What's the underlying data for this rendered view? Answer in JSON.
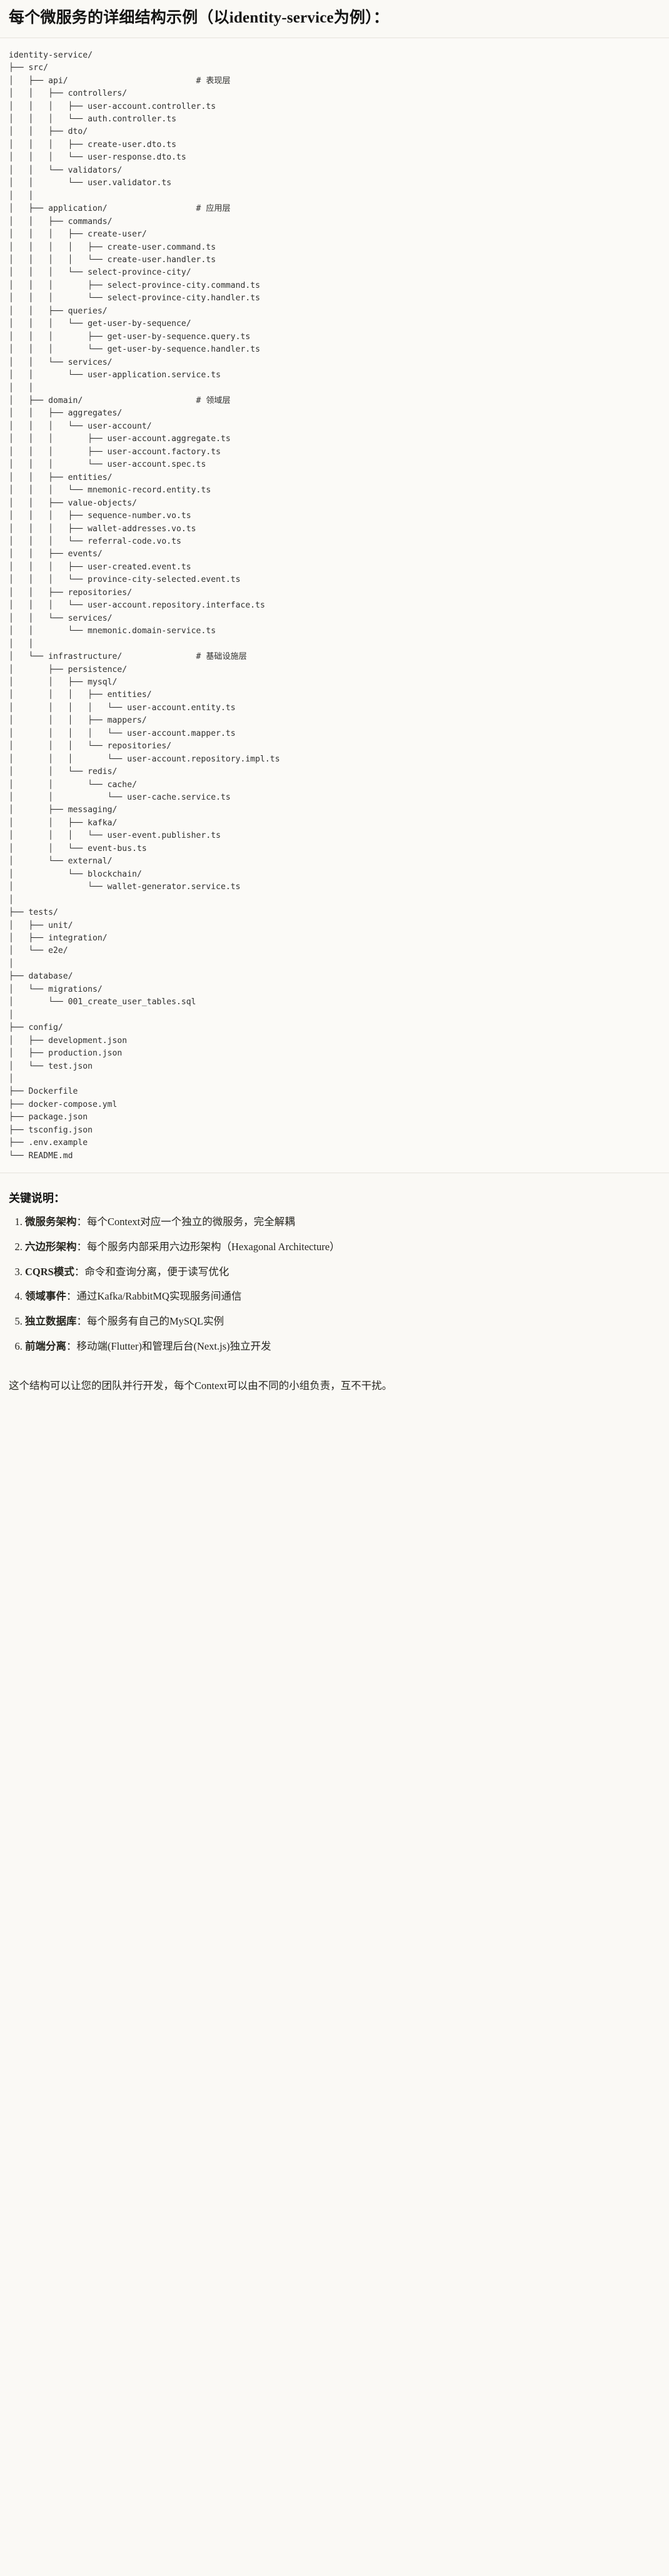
{
  "document": {
    "title": "每个微服务的详细结构示例（以identity-service为例）：",
    "tree_text": "identity-service/\n├── src/\n│   ├── api/                          # 表现层\n│   │   ├── controllers/\n│   │   │   ├── user-account.controller.ts\n│   │   │   └── auth.controller.ts\n│   │   ├── dto/\n│   │   │   ├── create-user.dto.ts\n│   │   │   └── user-response.dto.ts\n│   │   └── validators/\n│   │       └── user.validator.ts\n│   │\n│   ├── application/                  # 应用层\n│   │   ├── commands/\n│   │   │   ├── create-user/\n│   │   │   │   ├── create-user.command.ts\n│   │   │   │   └── create-user.handler.ts\n│   │   │   └── select-province-city/\n│   │   │       ├── select-province-city.command.ts\n│   │   │       └── select-province-city.handler.ts\n│   │   ├── queries/\n│   │   │   └── get-user-by-sequence/\n│   │   │       ├── get-user-by-sequence.query.ts\n│   │   │       └── get-user-by-sequence.handler.ts\n│   │   └── services/\n│   │       └── user-application.service.ts\n│   │\n│   ├── domain/                       # 领域层\n│   │   ├── aggregates/\n│   │   │   └── user-account/\n│   │   │       ├── user-account.aggregate.ts\n│   │   │       ├── user-account.factory.ts\n│   │   │       └── user-account.spec.ts\n│   │   ├── entities/\n│   │   │   └── mnemonic-record.entity.ts\n│   │   ├── value-objects/\n│   │   │   ├── sequence-number.vo.ts\n│   │   │   ├── wallet-addresses.vo.ts\n│   │   │   └── referral-code.vo.ts\n│   │   ├── events/\n│   │   │   ├── user-created.event.ts\n│   │   │   └── province-city-selected.event.ts\n│   │   ├── repositories/\n│   │   │   └── user-account.repository.interface.ts\n│   │   └── services/\n│   │       └── mnemonic.domain-service.ts\n│   │\n│   └── infrastructure/               # 基础设施层\n│       ├── persistence/\n│       │   ├── mysql/\n│       │   │   ├── entities/\n│       │   │   │   └── user-account.entity.ts\n│       │   │   ├── mappers/\n│       │   │   │   └── user-account.mapper.ts\n│       │   │   └── repositories/\n│       │   │       └── user-account.repository.impl.ts\n│       │   └── redis/\n│       │       └── cache/\n│       │           └── user-cache.service.ts\n│       ├── messaging/\n│       │   ├── kafka/\n│       │   │   └── user-event.publisher.ts\n│       │   └── event-bus.ts\n│       └── external/\n│           └── blockchain/\n│               └── wallet-generator.service.ts\n│\n├── tests/\n│   ├── unit/\n│   ├── integration/\n│   └── e2e/\n│\n├── database/\n│   └── migrations/\n│       └── 001_create_user_tables.sql\n│\n├── config/\n│   ├── development.json\n│   ├── production.json\n│   └── test.json\n│\n├── Dockerfile\n├── docker-compose.yml\n├── package.json\n├── tsconfig.json\n├── .env.example\n└── README.md",
    "notes_title": "关键说明：",
    "notes": [
      {
        "term": "微服务架构",
        "sep": "：",
        "body": "每个Context对应一个独立的微服务，完全解耦"
      },
      {
        "term": "六边形架构",
        "sep": "：",
        "body": "每个服务内部采用六边形架构（Hexagonal Architecture）"
      },
      {
        "term": "CQRS模式",
        "sep": "：",
        "body": "命令和查询分离，便于读写优化"
      },
      {
        "term": "领域事件",
        "sep": "：",
        "body": "通过Kafka/RabbitMQ实现服务间通信"
      },
      {
        "term": "独立数据库",
        "sep": "：",
        "body": "每个服务有自己的MySQL实例"
      },
      {
        "term": "前端分离",
        "sep": "：",
        "body": "移动端(Flutter)和管理后台(Next.js)独立开发"
      }
    ],
    "closing": "这个结构可以让您的团队并行开发，每个Context可以由不同的小组负责，互不干扰。"
  },
  "colors": {
    "page_bg": "#faf9f5",
    "code_bg": "#fbfaf7",
    "text": "#191918",
    "rule": "#e6e3dc"
  }
}
